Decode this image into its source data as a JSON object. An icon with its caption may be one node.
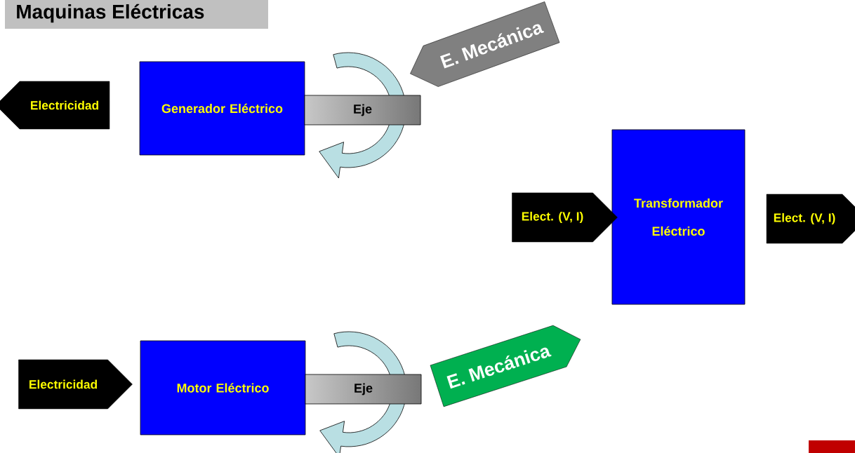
{
  "diagram": {
    "title": "Maquinas Eléctricas",
    "nodes": [
      {
        "text": [
          "E. Mecánica"
        ]
      },
      {
        "text": [
          "Electricidad"
        ]
      },
      {
        "text": [
          "Generador Eléctrico"
        ]
      },
      {
        "text": [
          "Eje"
        ]
      },
      {
        "text": [
          "Transformador Eléctrico"
        ]
      },
      {
        "text": [
          "Elect. (V, I)"
        ]
      },
      {
        "text": [
          "Elect. (V, I)"
        ]
      },
      {
        "text": [
          "E. Mecánica"
        ]
      },
      {
        "text": [
          "Electricidad"
        ]
      },
      {
        "text": [
          "Motor Eléctrico"
        ]
      },
      {
        "text": [
          "Eje"
        ]
      }
    ]
  }
}
